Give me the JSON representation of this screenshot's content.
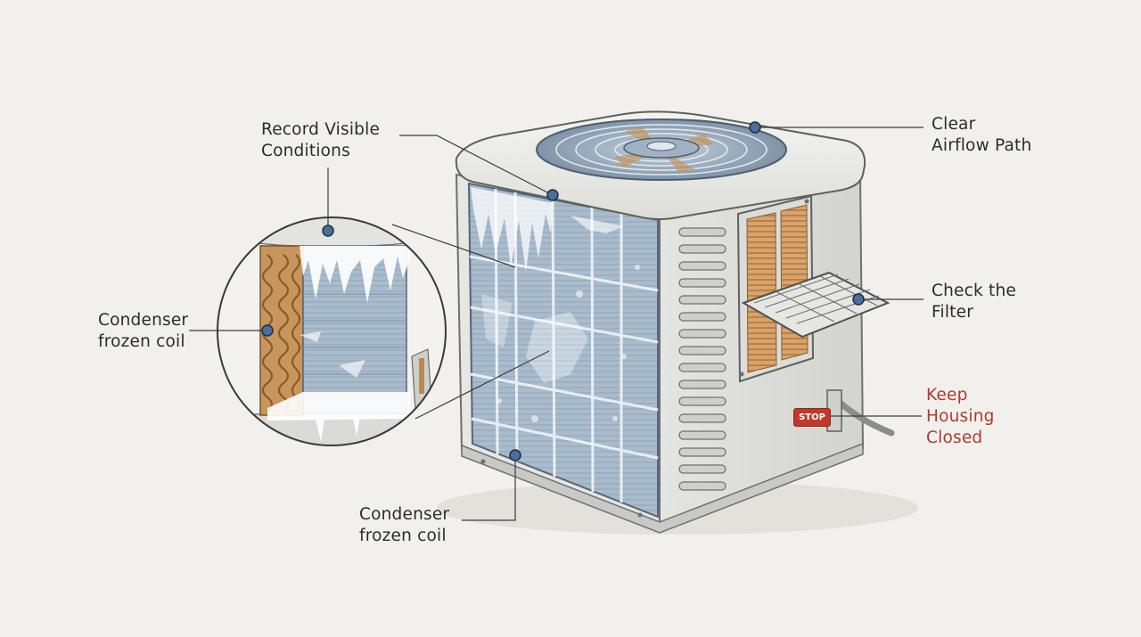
{
  "labels": {
    "record": {
      "line1": "Record Visible",
      "line2": "Conditions"
    },
    "airflow": {
      "line1": "Clear",
      "line2": "Airflow Path"
    },
    "filter": {
      "line1": "Check the",
      "line2": "Filter"
    },
    "keep": {
      "line1": "Keep",
      "line2": "Housing",
      "line3": "Closed"
    },
    "coil_left": {
      "line1": "Condenser",
      "line2": "frozen coil"
    },
    "coil_bottom": {
      "line1": "Condenser",
      "line2": "frozen coil"
    }
  },
  "stop_badge": "STOP",
  "colors": {
    "background": "#f1f0ec",
    "unit_body": "#e9e9e6",
    "coil_blue": "#a9bccd",
    "copper": "#c8955c",
    "warning_red": "#b23a2e",
    "marker_blue": "#4a6f9a"
  }
}
